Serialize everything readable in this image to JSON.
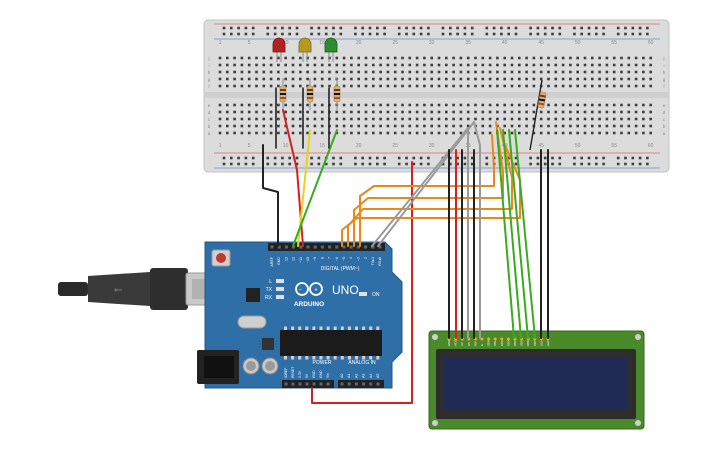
{
  "breadboard": {
    "column_numbers": [
      "1",
      "5",
      "10",
      "15",
      "20",
      "25",
      "30",
      "35",
      "40",
      "45",
      "50",
      "55",
      "60"
    ],
    "row_letters_top": [
      "j",
      "i",
      "h",
      "g",
      "f"
    ],
    "row_letters_bottom": [
      "e",
      "d",
      "c",
      "b",
      "a"
    ]
  },
  "leds": [
    {
      "color_name": "red",
      "color": "#b22222"
    },
    {
      "color_name": "yellow",
      "color": "#b59a1f"
    },
    {
      "color_name": "green",
      "color": "#2e8b2e"
    }
  ],
  "arduino": {
    "board_name": "UNO",
    "brand": "ARDUINO",
    "digital_header": "DIGITAL (PWM~)",
    "power_header": "POWER",
    "analog_header": "ANALOG IN",
    "top_pins": [
      "AREF",
      "GND",
      "13",
      "12",
      "~11",
      "~10",
      "~9",
      "8",
      "7",
      "~6",
      "~5",
      "4",
      "~3",
      "2",
      "TX▸1",
      "RX◂0"
    ],
    "power_pins": [
      "IOREF",
      "RESET",
      "3.3V",
      "5V",
      "GND",
      "GND",
      "Vin"
    ],
    "analog_pins": [
      "A0",
      "A1",
      "A2",
      "A3",
      "A4",
      "A5"
    ],
    "led_labels": [
      "L",
      "TX",
      "RX",
      "ON"
    ],
    "colors": {
      "board": "#2f6fa8",
      "header": "#222222"
    }
  },
  "lcd": {
    "pins": [
      "GND",
      "VCC",
      "V0",
      "RS",
      "RW",
      "E",
      "DB0",
      "DB1",
      "DB2",
      "DB3",
      "DB4",
      "DB5",
      "DB6",
      "DB7",
      "LED",
      "LED"
    ],
    "colors": {
      "pcb": "#4a8a2a",
      "screen": "#1f2a55"
    }
  },
  "wire_colors": {
    "black": "#222222",
    "red": "#d62020",
    "yellow": "#e8d21c",
    "green": "#3aaa1e",
    "orange": "#e8891a",
    "gray": "#9a9a9a"
  }
}
